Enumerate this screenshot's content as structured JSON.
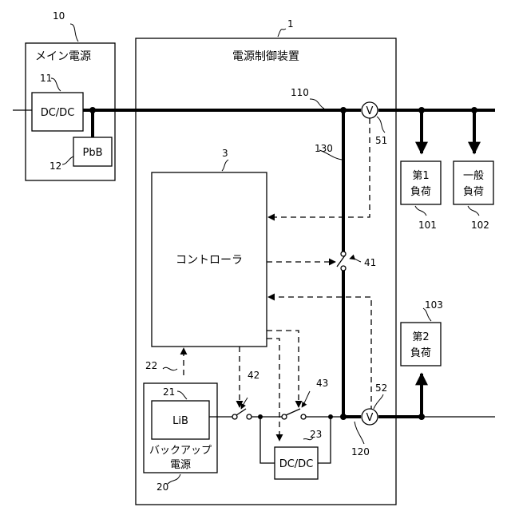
{
  "components": {
    "main_power": {
      "ref": "10",
      "label": "メイン電源"
    },
    "dcdc_main": {
      "ref": "11",
      "label": "DC/DC"
    },
    "pbb": {
      "ref": "12",
      "label": "PbB"
    },
    "controller_device": {
      "ref": "1",
      "label": "電源制御装置"
    },
    "controller": {
      "ref": "3",
      "label": "コントローラ"
    },
    "backup_power": {
      "ref": "20",
      "label_line1": "バックアップ",
      "label_line2": "電源"
    },
    "lib": {
      "ref": "21",
      "label": "LiB"
    },
    "signal_22": {
      "ref": "22"
    },
    "dcdc_backup": {
      "ref": "23",
      "label": "DC/DC"
    },
    "switch_41": {
      "ref": "41"
    },
    "switch_42": {
      "ref": "42"
    },
    "switch_43": {
      "ref": "43"
    },
    "sensor_51": {
      "ref": "51",
      "symbol": "V"
    },
    "sensor_52": {
      "ref": "52",
      "symbol": "V"
    },
    "load_101": {
      "ref": "101",
      "label_line1": "第1",
      "label_line2": "負荷"
    },
    "load_102": {
      "ref": "102",
      "label_line1": "一般",
      "label_line2": "負荷"
    },
    "load_103": {
      "ref": "103",
      "label_line1": "第2",
      "label_line2": "負荷"
    },
    "line_110": {
      "ref": "110"
    },
    "line_120": {
      "ref": "120"
    },
    "line_130": {
      "ref": "130"
    }
  }
}
